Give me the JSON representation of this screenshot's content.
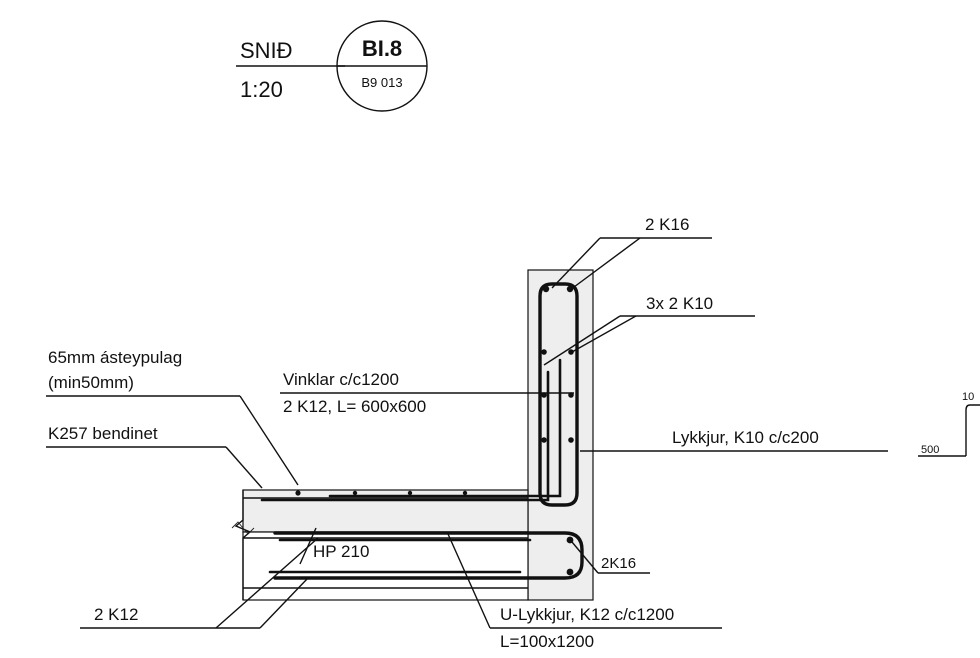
{
  "title": {
    "section": "SNIÐ",
    "scale": "1:20",
    "detail_ref": "BI.8",
    "sheet_ref": "B9 013"
  },
  "labels": {
    "top_rebar": "2 K16",
    "stirrups_vertical": "3x 2 K10",
    "topping": "65mm ásteypulag",
    "topping_min": "(min50mm)",
    "angles": "Vinklar c/c1200",
    "angles_detail": "2 K12, L= 600x600",
    "mesh": "K257 bendinet",
    "loops": "Lykkjur, K10 c/c200",
    "hollowcore": "HP 210",
    "bottom_rebar": "2K16",
    "left_rebar": "2 K12",
    "u_loops": "U-Lykkjur, K12 c/c1200",
    "u_loops_dim": "L=100x1200"
  },
  "side_detail": {
    "dim_top": "10",
    "dim_left": "500"
  }
}
